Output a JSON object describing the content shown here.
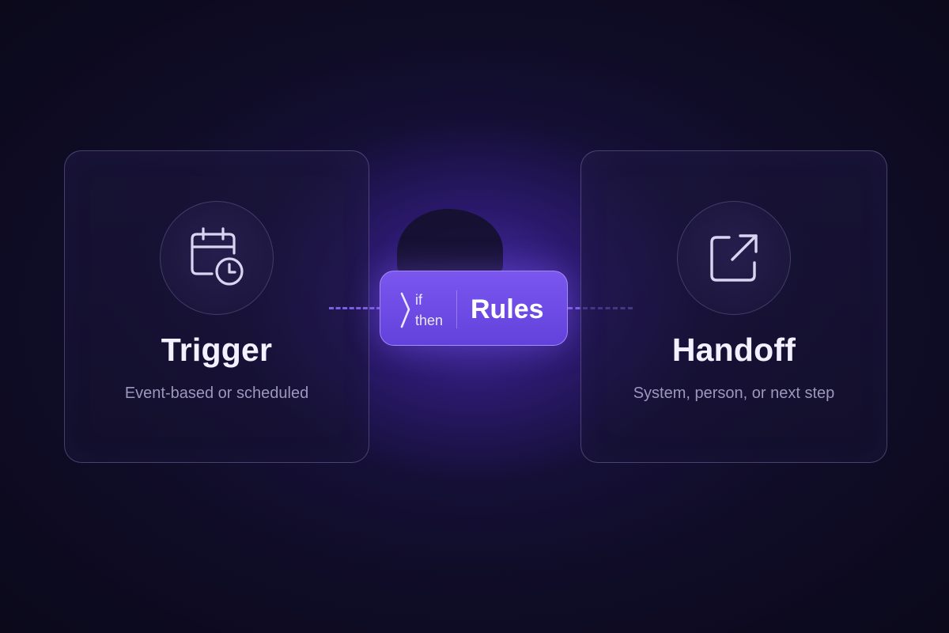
{
  "trigger": {
    "title": "Trigger",
    "subtitle": "Event-based or scheduled",
    "icon": "calendar-clock-icon"
  },
  "rules": {
    "if_label": "if",
    "then_label": "then",
    "title": "Rules",
    "icon": "logic-bracket-icon"
  },
  "handoff": {
    "title": "Handoff",
    "subtitle": "System, person, or next step",
    "icon": "external-link-icon"
  },
  "colors": {
    "background": "#0c0a1d",
    "accent": "#6f4de8",
    "connector": "#7c5fe6",
    "title_text": "#f3f1ff",
    "subtitle_text": "#9d97bd"
  }
}
